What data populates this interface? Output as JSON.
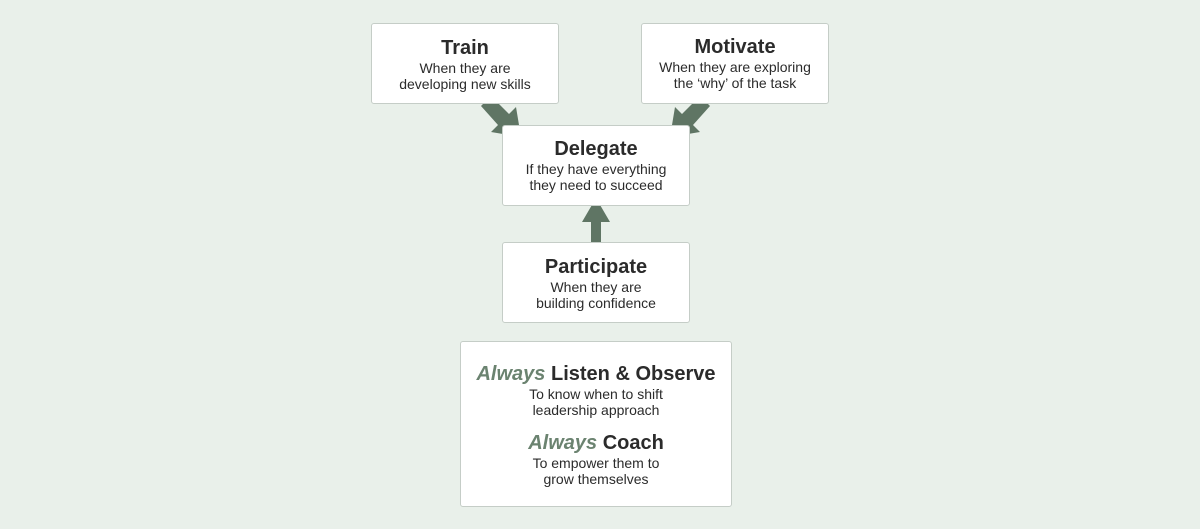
{
  "colors": {
    "background": "#e9f0ea",
    "box_fill": "#ffffff",
    "box_border": "#c5cdc7",
    "arrow": "#5f7564",
    "accent_text": "#6b8370",
    "text": "#2b2b2b"
  },
  "nodes": {
    "train": {
      "title": "Train",
      "lines": [
        "When they are",
        "developing new skills"
      ]
    },
    "motivate": {
      "title": "Motivate",
      "lines": [
        "When they are exploring",
        "the ‘why’ of the task"
      ]
    },
    "delegate": {
      "title": "Delegate",
      "lines": [
        "If they have everything",
        "they need to succeed"
      ]
    },
    "participate": {
      "title": "Participate",
      "lines": [
        "When they are",
        "building confidence"
      ]
    }
  },
  "edges": [
    {
      "from": "train",
      "to": "delegate"
    },
    {
      "from": "motivate",
      "to": "delegate"
    },
    {
      "from": "participate",
      "to": "delegate"
    }
  ],
  "always_box": {
    "items": [
      {
        "accent": "Always",
        "title": "Listen & Observe",
        "lines": [
          "To know when to shift",
          "leadership approach"
        ]
      },
      {
        "accent": "Always",
        "title": "Coach",
        "lines": [
          "To empower them to",
          "grow themselves"
        ]
      }
    ]
  }
}
